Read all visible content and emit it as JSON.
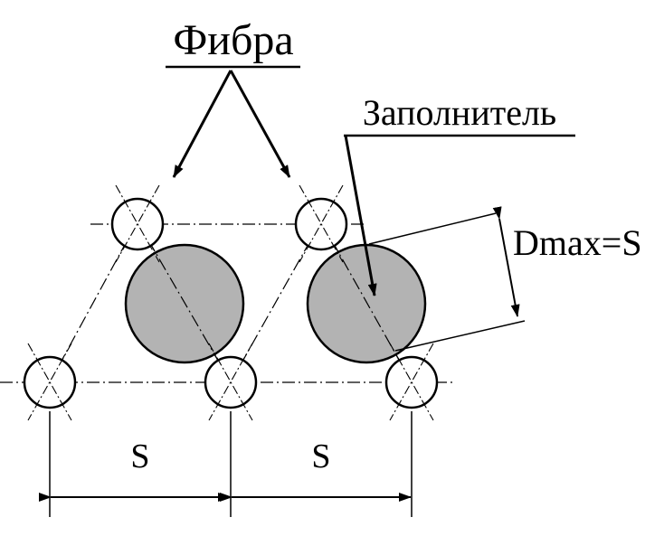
{
  "labels": {
    "fiber": "Фибра",
    "filler": "Заполнитель",
    "dmax": "Dmax=S",
    "spacing_left": "S",
    "spacing_right": "S"
  },
  "colors": {
    "line": "#000000",
    "filler_fill": "#b3b3b3",
    "fiber_fill": "#ffffff",
    "background": "#ffffff"
  }
}
